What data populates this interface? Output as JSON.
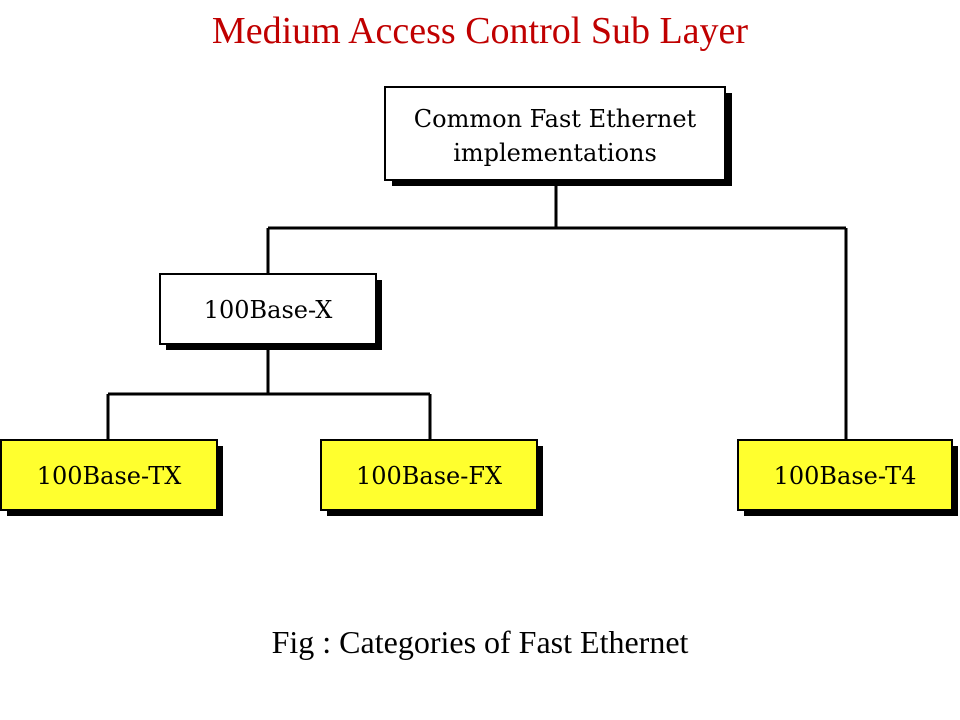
{
  "title": "Medium Access Control Sub Layer",
  "caption": "Fig : Categories of Fast Ethernet",
  "colors": {
    "title": "#c00000",
    "root_fill": "#ffffff",
    "group_fill": "#ffffff",
    "leaf_fill": "#ffff2e",
    "line": "#000000"
  },
  "nodes": {
    "root": {
      "line1": "Common Fast Ethernet",
      "line2": "implementations"
    },
    "base_x": {
      "label": "100Base-X"
    },
    "base_tx": {
      "label": "100Base-TX"
    },
    "base_fx": {
      "label": "100Base-FX"
    },
    "base_t4": {
      "label": "100Base-T4"
    }
  }
}
